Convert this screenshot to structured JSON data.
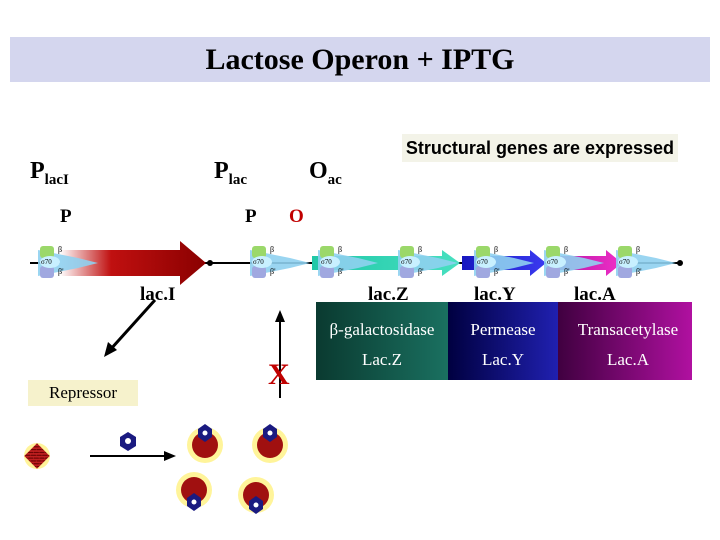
{
  "title": "Lactose Operon + IPTG",
  "note": "Structural genes are expressed",
  "promoters": {
    "placi_main": "P",
    "placi_sub": "lacI",
    "plac_main": "P",
    "plac_sub": "lac",
    "oac_main": "O",
    "oac_sub": "ac",
    "p1": "P",
    "p2": "P",
    "o": "O"
  },
  "genes": {
    "laci": "lac.I",
    "lacz": "lac.Z",
    "lacy": "lac.Y",
    "laca": "lac.A"
  },
  "proteins": {
    "galactosidase": "β-galactosidase",
    "permease": "Permease",
    "transacetylase": "Transacetylase",
    "lacz": "Lac.Z",
    "lacy": "Lac.Y",
    "laca": "Lac.A"
  },
  "block_mark": "X",
  "repressor": "Repressor",
  "polymerase": {
    "sigma": "σ70",
    "beta": "β",
    "beta_prime": "β'",
    "alpha": "α"
  },
  "colors": {
    "title_bar": "#d4d6ee",
    "laci_arrow": "#b00000",
    "lacz_arrow": "#30c8a8",
    "lacy_arrow": "#2f2fd8",
    "laca_arrow": "#e020b8",
    "x_mark": "#c00000"
  }
}
